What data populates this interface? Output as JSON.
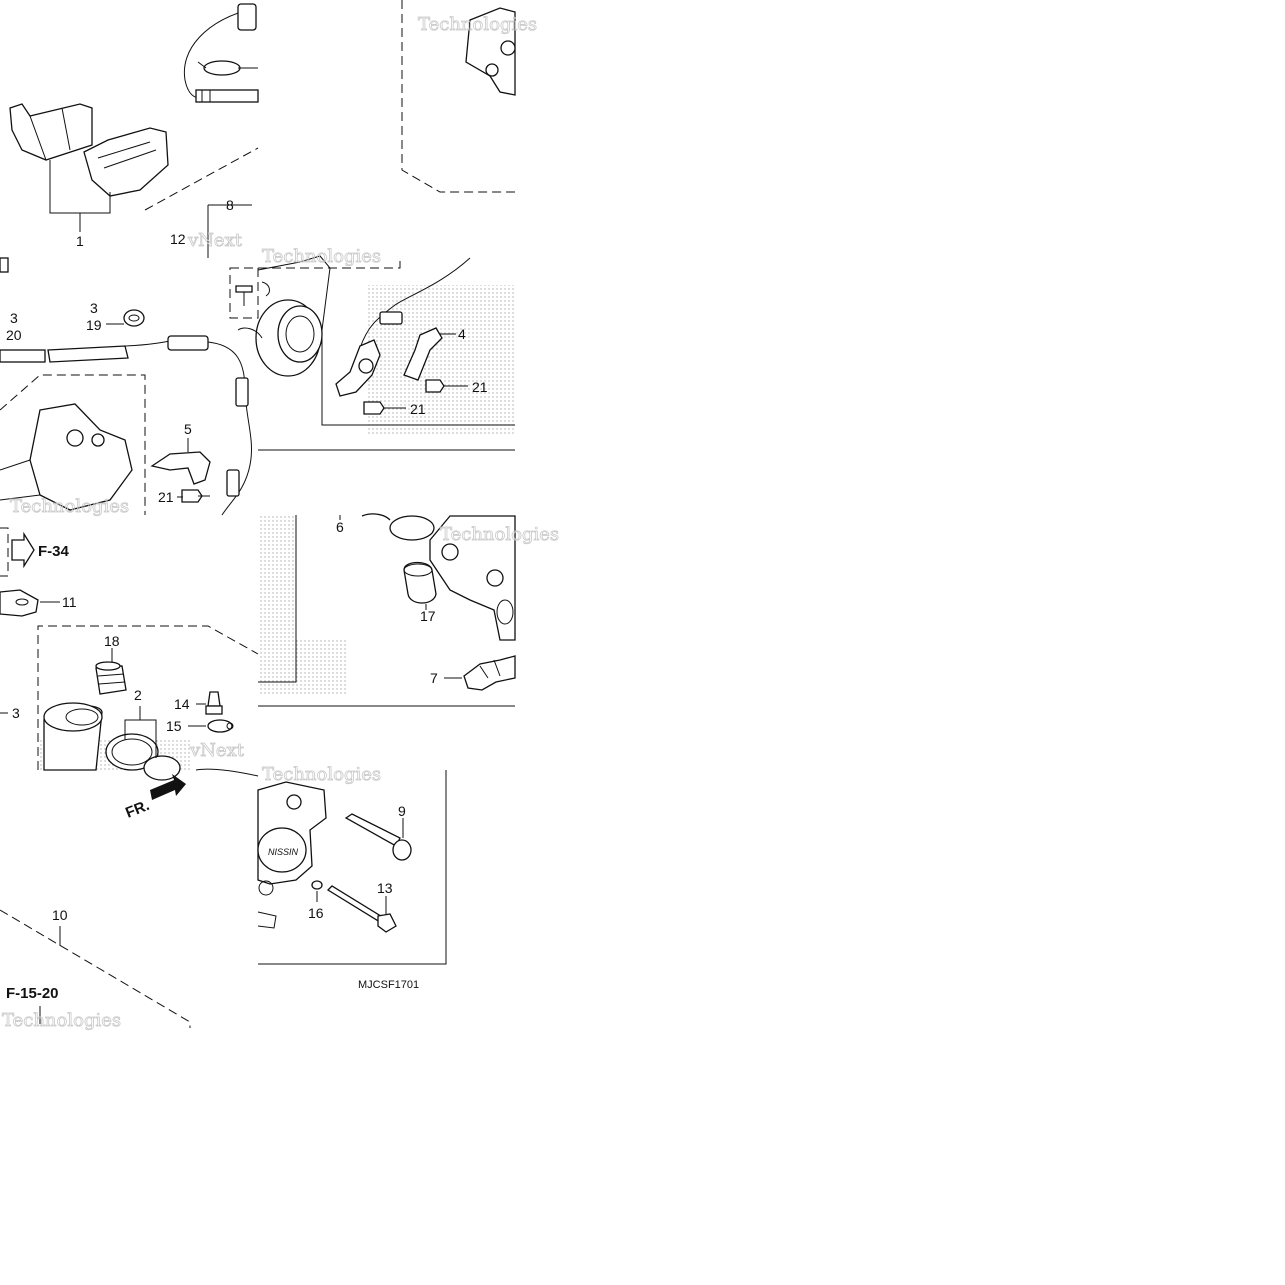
{
  "diagram": {
    "drawing_code": "MJCSF1701",
    "callouts": [
      {
        "id": "c1",
        "text": "1"
      },
      {
        "id": "c8",
        "text": "8"
      },
      {
        "id": "c12",
        "text": "12"
      },
      {
        "id": "c3a",
        "text": "3"
      },
      {
        "id": "c20",
        "text": "20"
      },
      {
        "id": "c3b",
        "text": "3"
      },
      {
        "id": "c19",
        "text": "19"
      },
      {
        "id": "c4",
        "text": "4"
      },
      {
        "id": "c21a",
        "text": "21"
      },
      {
        "id": "c21b",
        "text": "21"
      },
      {
        "id": "c5",
        "text": "5"
      },
      {
        "id": "c21c",
        "text": "21"
      },
      {
        "id": "c6",
        "text": "6"
      },
      {
        "id": "c17",
        "text": "17"
      },
      {
        "id": "c7",
        "text": "7"
      },
      {
        "id": "c11",
        "text": "11"
      },
      {
        "id": "c18",
        "text": "18"
      },
      {
        "id": "c2",
        "text": "2"
      },
      {
        "id": "c14",
        "text": "14"
      },
      {
        "id": "c15",
        "text": "15"
      },
      {
        "id": "c3c",
        "text": "3"
      },
      {
        "id": "c9",
        "text": "9"
      },
      {
        "id": "c13",
        "text": "13"
      },
      {
        "id": "c16",
        "text": "16"
      },
      {
        "id": "c10",
        "text": "10"
      }
    ],
    "refs": {
      "f34": "F-34",
      "f1520": "F-15-20",
      "front": "FR."
    },
    "caliper_logo": "NISSIN",
    "watermark": {
      "word1": "vNext",
      "word2": "Technologies"
    },
    "colors": {
      "line": "#111111",
      "paper": "#ffffff",
      "stipple": "#bdbdbd"
    }
  }
}
